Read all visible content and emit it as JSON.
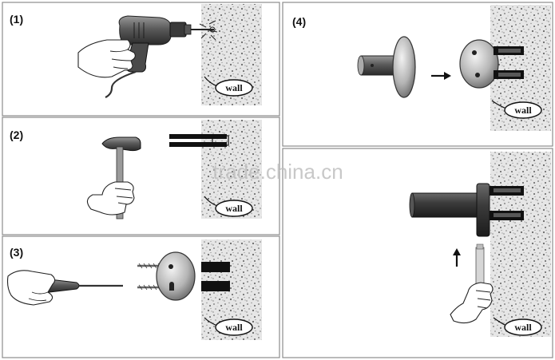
{
  "steps": [
    {
      "label": "(1)",
      "wall_label": "wall"
    },
    {
      "label": "(2)",
      "wall_label": "wall"
    },
    {
      "label": "(3)",
      "wall_label": "wall"
    },
    {
      "label": "(4)",
      "wall_label": "wall"
    },
    {
      "label": "",
      "wall_label": "wall"
    }
  ],
  "watermark": {
    "text": "trade.china.cn"
  },
  "colors": {
    "frame": "#8c8c8c",
    "wall": "#e2e2e2",
    "dark_part": "#333333",
    "plug": "#111111"
  },
  "icons": [
    "drill-icon",
    "hammer-icon",
    "screwdriver-icon",
    "wall-plate-icon",
    "rod-icon",
    "arrow-right-icon",
    "arrow-up-icon",
    "hand-icon"
  ]
}
